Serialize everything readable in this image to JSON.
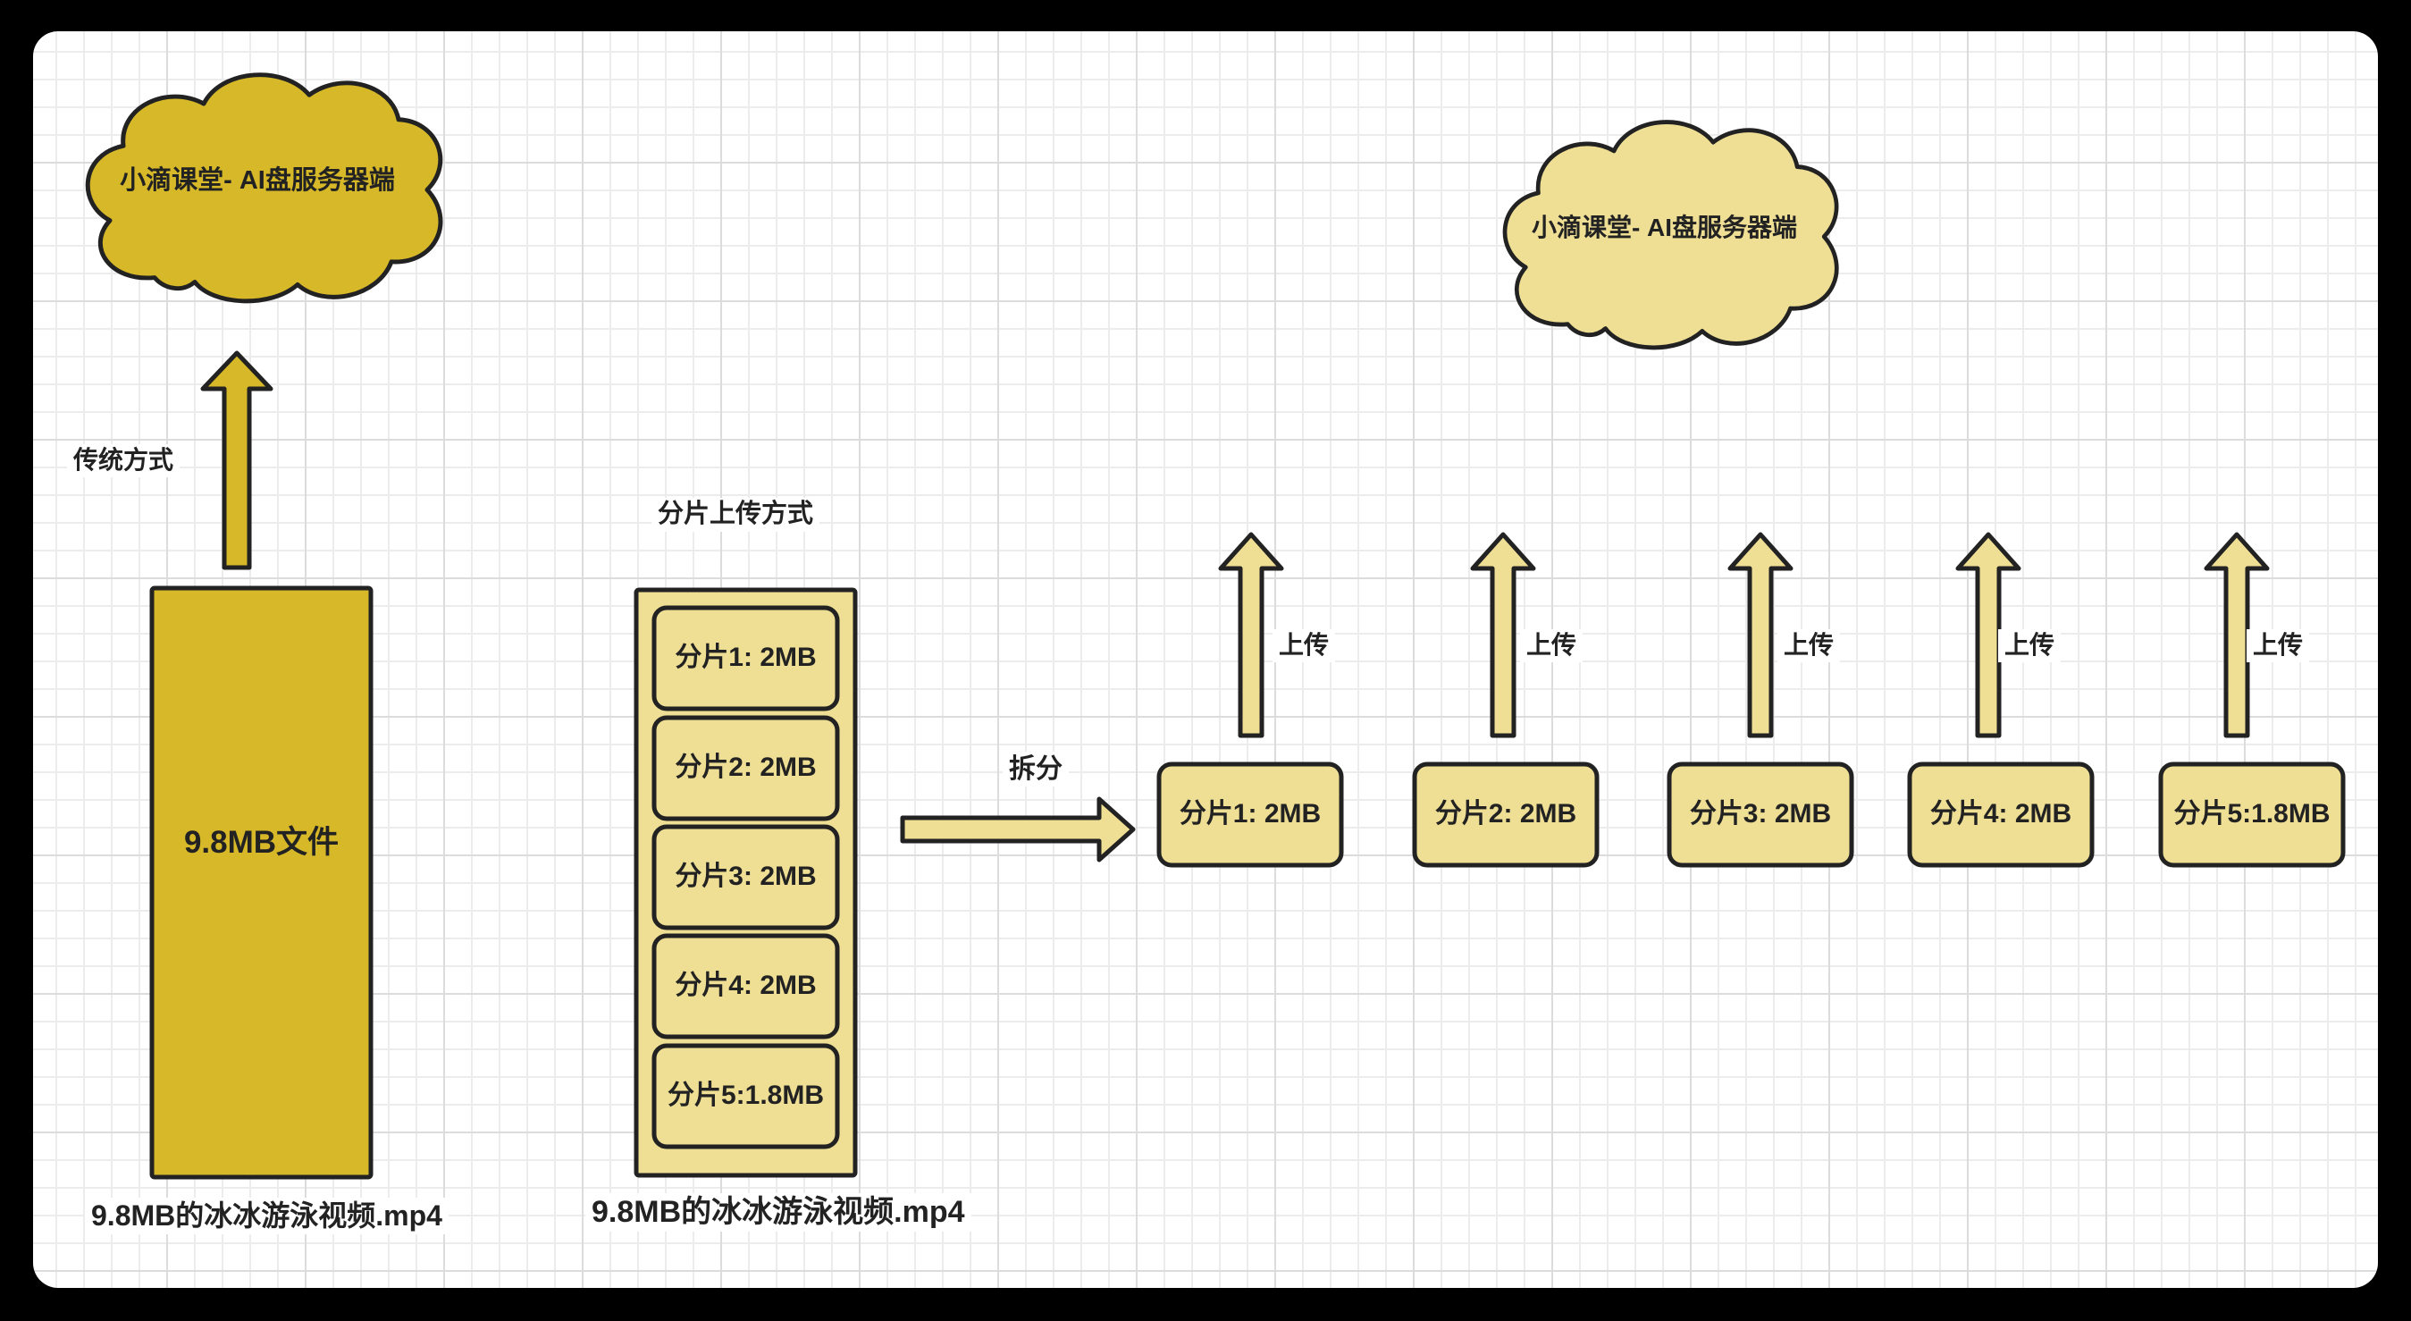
{
  "colors": {
    "dark_gold": "#d6b829",
    "light_yellow": "#efdf94",
    "stroke": "#222222",
    "page_border": "#000000",
    "paper": "#ffffff"
  },
  "clouds": {
    "left_label": "小滴课堂- AI盘服务器端",
    "right_label": "小滴课堂- AI盘服务器端"
  },
  "traditional": {
    "method_label": "传统方式",
    "file_block_label": "9.8MB文件",
    "file_name": "9.8MB的冰冰游泳视频.mp4"
  },
  "chunked": {
    "method_label": "分片上传方式",
    "file_name": "9.8MB的冰冰游泳视频.mp4",
    "split_label": "拆分",
    "upload_label": "上传",
    "chunks": [
      "分片1: 2MB",
      "分片2: 2MB",
      "分片3: 2MB",
      "分片4: 2MB",
      "分片5:1.8MB"
    ]
  }
}
